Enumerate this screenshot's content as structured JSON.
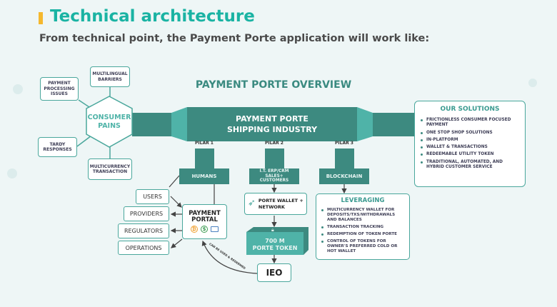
{
  "header": {
    "title": "Technical architecture",
    "subtitle": "From technical point, the Payment Porte application will work like:",
    "accent": "#f5b82e",
    "title_color": "#1ab3a3"
  },
  "overview_title": "PAYMENT PORTE OVERVIEW",
  "consumer_pains": {
    "label_1": "CONSUMER",
    "label_2": "PAINS",
    "items": [
      "PAYMENT PROCESSING ISSUES",
      "MULTILINGUAL BARRIERS",
      "TARDY RESPONSES",
      "MULTICURRENCY TRANSACTION"
    ]
  },
  "center": {
    "line1": "PAYMENT PORTE",
    "line2": "SHIPPING INDUSTRY"
  },
  "solutions": {
    "title": "OUR SOLUTIONS",
    "items": [
      "FRICTIONLESS CONSUMER FOCUSED PAYMENT",
      "ONE STOP SHOP SOLUTIONS",
      "IN-PLATFORM",
      "WALLET & TRANSACTIONS",
      "REDEEMABLE UTILITY TOKEN",
      "TRADITIONAL, AUTOMATED, AND HYBRID CUSTOMER SERVICE"
    ]
  },
  "pillars": [
    {
      "label": "PILAR 1",
      "name": "HUMANS"
    },
    {
      "label": "PILAR 2",
      "name": "I.T. ERP/CRM SALES+ CUSTOMERS"
    },
    {
      "label": "PILAR 3",
      "name": "BLOCKCHAIN"
    }
  ],
  "stakeholders": [
    "USERS",
    "PROVIDERS",
    "REGULATORS",
    "OPERATIONS"
  ],
  "portal": {
    "line1": "PAYMENT",
    "line2": "PORTAL"
  },
  "wallet": "PORTE WALLET + NETWORK",
  "token": {
    "line1": "700 M",
    "line2": "PORTE TOKEN"
  },
  "ieo": "IEO",
  "arrow_label": "CAN BE USED & REDEEMED",
  "leveraging": {
    "title": "LEVERAGING",
    "items": [
      "MULTICURRENCY WALLET FOR DEPOSITS/TXS/WITHDRAWALS AND BALANCES",
      "TRANSACTION TRACKING",
      "REDEMPTION OF TOKEN PORTE",
      "CONTROL OF TOKENS FOR OWNER'S PREFERRED COLD OR HOT WALLET"
    ]
  },
  "colors": {
    "teal_dark": "#3d8a80",
    "teal_light": "#4fb3a8"
  }
}
